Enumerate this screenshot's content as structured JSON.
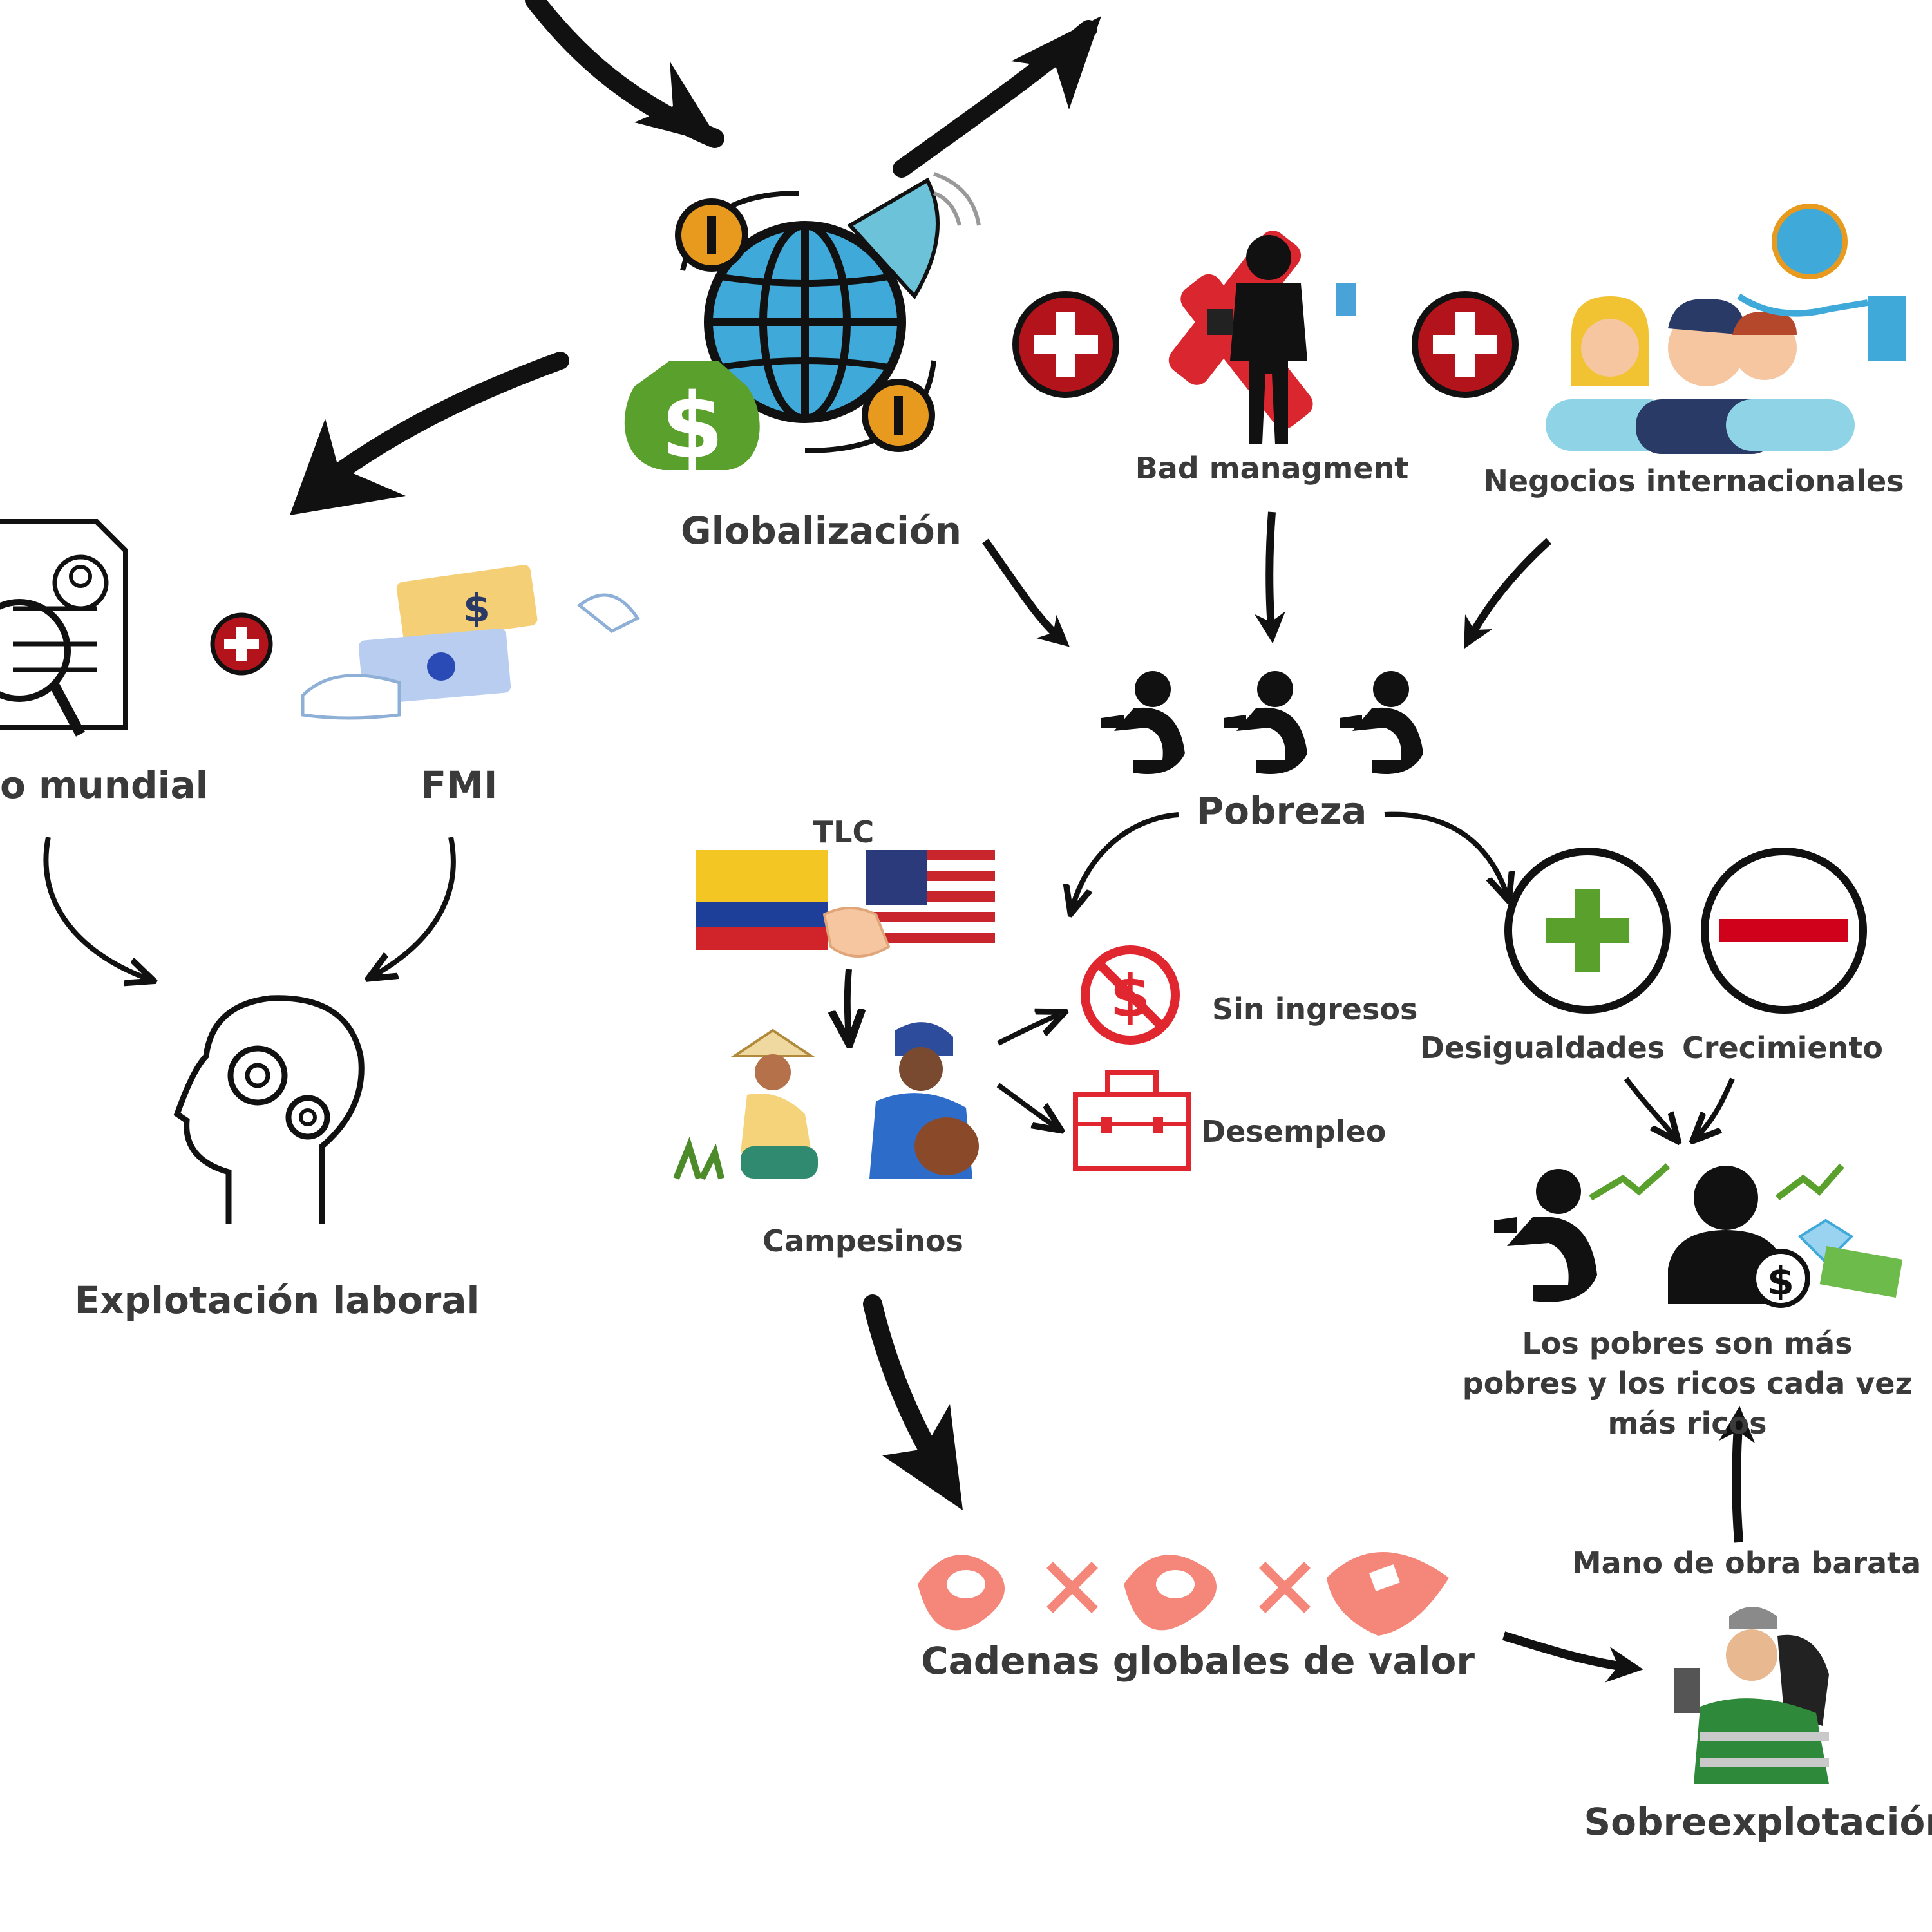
{
  "labels": {
    "globalizacion": "Globalización",
    "bad_managment": "Bad managment",
    "negocios_internacionales": "Negocios internacionales",
    "banco_mundial": "o mundial",
    "fmi": "FMI",
    "pobreza": "Pobreza",
    "tlc": "TLC",
    "sin_ingresos": "Sin ingresos",
    "desempleo": "Desempleo",
    "campesinos": "Campesinos",
    "explotacion_laboral": "Explotación laboral",
    "desigualdades": "Desigualdades",
    "crecimiento": "Crecimiento",
    "pobres_ricos": "Los pobres son más pobres y los ricos cada vez más ricos",
    "mano_de_obra": "Mano de obra barata",
    "cadenas": "Cadenas globales de valor",
    "sobreexplotacion": "Sobreexplotación"
  },
  "icons": [
    "globe-money-icon",
    "businessman-icon",
    "business-people-icon",
    "document-search-icon",
    "money-exchange-icon",
    "begging-figure-icon",
    "colombia-flag-icon",
    "usa-flag-icon",
    "no-money-icon",
    "briefcase-icon",
    "farmers-icon",
    "head-gears-icon",
    "plus-circle-icon",
    "minus-circle-icon",
    "rich-man-icon",
    "chain-links-icon",
    "worker-icon"
  ],
  "colors": {
    "arrow": "#111111",
    "plus_badge": "#b3141c",
    "plus_green": "#5aa02c",
    "minus_red": "#d0021b",
    "salmon": "#f4877a",
    "globe_blue": "#3fa9d9",
    "gold": "#e89a1e",
    "red_icon": "#e0262f"
  }
}
